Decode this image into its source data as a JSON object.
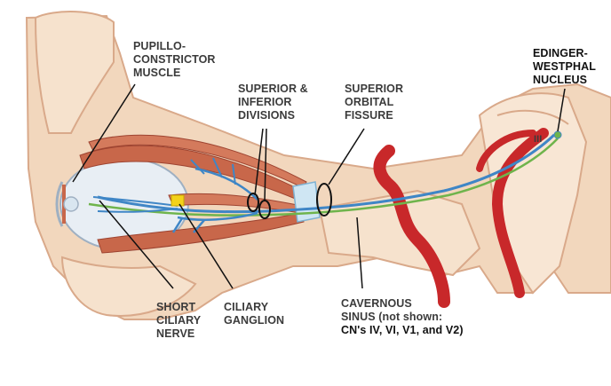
{
  "labels": {
    "pupillo": [
      "PUPILLO-",
      "CONSTRICTOR",
      "MUSCLE"
    ],
    "divisions": [
      "SUPERIOR &",
      "INFERIOR",
      "DIVISIONS"
    ],
    "fissure": [
      "SUPERIOR",
      "ORBITAL",
      "FISSURE"
    ],
    "edinger": [
      "EDINGER-",
      "WESTPHAL",
      "NUCLEUS"
    ],
    "nerve_iii": "III",
    "short_ciliary": [
      "SHORT",
      "CILIARY",
      "NERVE"
    ],
    "ganglion": [
      "CILIARY",
      "GANGLION"
    ],
    "cavernous": [
      "CAVERNOUS",
      "SINUS (not shown:"
    ],
    "cavernous_cns": "CN's IV, VI, V1, and V2)"
  },
  "colors": {
    "bone": "#f2d7bd",
    "bone_dark": "#d9a98a",
    "muscle": "#c8674a",
    "artery": "#c8282a",
    "nerve_blue": "#3f86c6",
    "nerve_green": "#6fb44c",
    "ganglion": "#f3d21b"
  }
}
